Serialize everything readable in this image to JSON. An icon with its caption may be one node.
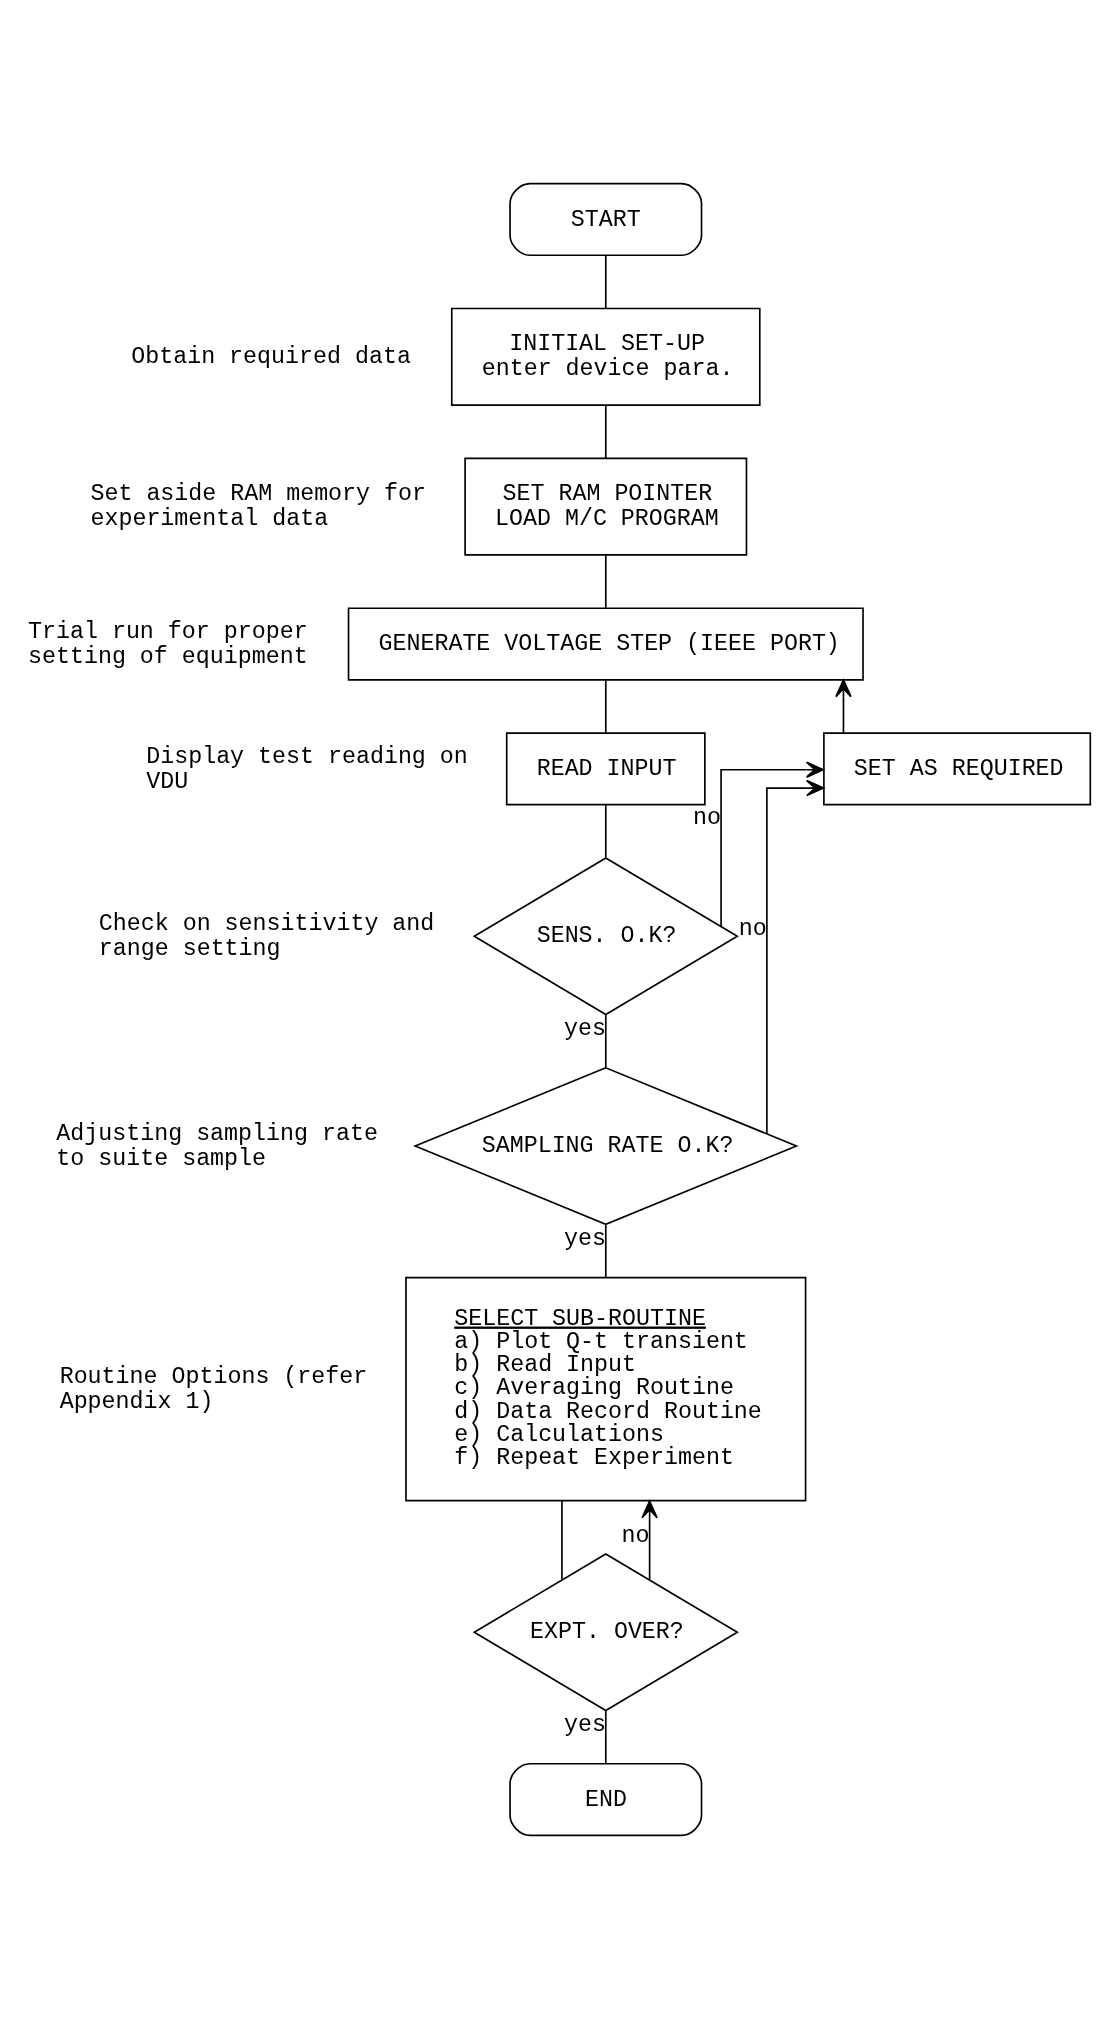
{
  "diagram": {
    "nodes": [
      {
        "text": [
          "START"
        ]
      },
      {
        "text": [
          "INITIAL SET-UP",
          "enter device para."
        ],
        "beside": [
          "Obtain required data"
        ]
      },
      {
        "text": [
          "SET RAM POINTER",
          "LOAD M/C PROGRAM"
        ],
        "beside": [
          "Set aside RAM memory for experimental data"
        ]
      },
      {
        "text": [
          "GENERATE VOLTAGE STEP (IEEE PORT)"
        ],
        "beside": [
          "Trial run for proper setting of equipment"
        ]
      },
      {
        "text": [
          "READ INPUT"
        ],
        "beside": [
          "Display test reading on VDU"
        ]
      },
      {
        "text": [
          "SENS. O.K?"
        ],
        "beside": [
          "Check on sensitivity and range setting"
        ]
      },
      {
        "text": [
          "SAMPLING RATE O.K?"
        ],
        "beside": [
          "Adjusting sampling rate to suite sample"
        ]
      },
      {
        "text": [
          "SELECT SUB-ROUTINE",
          "a) Plot Q-t transient",
          "b) Read Input",
          "c) Averaging Routine",
          "d) Data Record Routine",
          "e) Calculations",
          "f) Repeat Experiment"
        ],
        "beside": [
          "Routine Options (refer Appendix 1)"
        ]
      },
      {
        "text": [
          "EXPT. OVER?"
        ]
      },
      {
        "text": [
          "END"
        ]
      },
      {
        "text": [
          "SET AS REQUIRED"
        ]
      }
    ],
    "edges": [
      {
        "from": 0,
        "to": 1,
        "arrow": "none"
      },
      {
        "from": 1,
        "to": 2,
        "arrow": "none"
      },
      {
        "from": 2,
        "to": 3,
        "arrow": "none"
      },
      {
        "from": 3,
        "to": 4,
        "arrow": "none"
      },
      {
        "from": 4,
        "to": 5,
        "arrow": "none"
      },
      {
        "from": 5,
        "to": 6,
        "label": "yes",
        "arrow": "none"
      },
      {
        "from": 6,
        "to": 7,
        "label": "yes",
        "arrow": "none"
      },
      {
        "from": 7,
        "to": 8,
        "arrow": "none"
      },
      {
        "from": 8,
        "to": 9,
        "label": "yes",
        "arrow": "none"
      },
      {
        "from": 5,
        "to": 10,
        "label": "no",
        "arrow": "to"
      },
      {
        "from": 6,
        "to": 10,
        "label": "no",
        "arrow": "to"
      },
      {
        "from": 10,
        "to": 3,
        "arrow": "to"
      },
      {
        "from": 8,
        "to": 7,
        "label": "no",
        "arrow": "to"
      }
    ]
  }
}
